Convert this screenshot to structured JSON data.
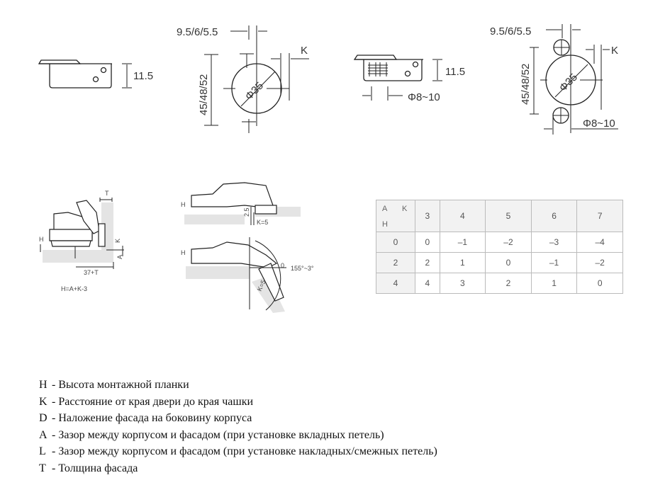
{
  "dimensions": {
    "offset_label": "9.5/6/5.5",
    "k_label": "K",
    "height_label": "11.5",
    "distance_label": "45/48/52",
    "cup_diameter": "Φ35",
    "dowel_label": "Φ8~10"
  },
  "install_diagram": {
    "t_label": "T",
    "h_label": "H",
    "k_label": "K",
    "a_label": "A",
    "width_label": "37+T",
    "formula": "H=A+K-3",
    "gap_label": "2.5",
    "k5_label": "K=5",
    "zero_label": "0",
    "angle_label": "155°~3°"
  },
  "table": {
    "corner": {
      "a": "A",
      "k": "K",
      "h": "H"
    },
    "columns": [
      "3",
      "4",
      "5",
      "6",
      "7"
    ],
    "rows": [
      {
        "h": "0",
        "values": [
          "0",
          "–1",
          "–2",
          "–3",
          "–4"
        ]
      },
      {
        "h": "2",
        "values": [
          "2",
          "1",
          "0",
          "–1",
          "–2"
        ]
      },
      {
        "h": "4",
        "values": [
          "4",
          "3",
          "2",
          "1",
          "0"
        ]
      }
    ]
  },
  "legend": [
    {
      "key": "H",
      "text": " - Высота монтажной планки"
    },
    {
      "key": "K",
      "text": " - Расстояние от края двери до края чашки"
    },
    {
      "key": "D",
      "text": " - Наложение фасада на боковину корпуса"
    },
    {
      "key": "A",
      "text": " - Зазор между корпусом и фасадом (при установке вкладных петель)"
    },
    {
      "key": "L",
      "text": " - Зазор между корпусом и фасадом (при установке накладных/смежных петель)"
    },
    {
      "key": "T",
      "text": " - Толщина фасада"
    }
  ]
}
